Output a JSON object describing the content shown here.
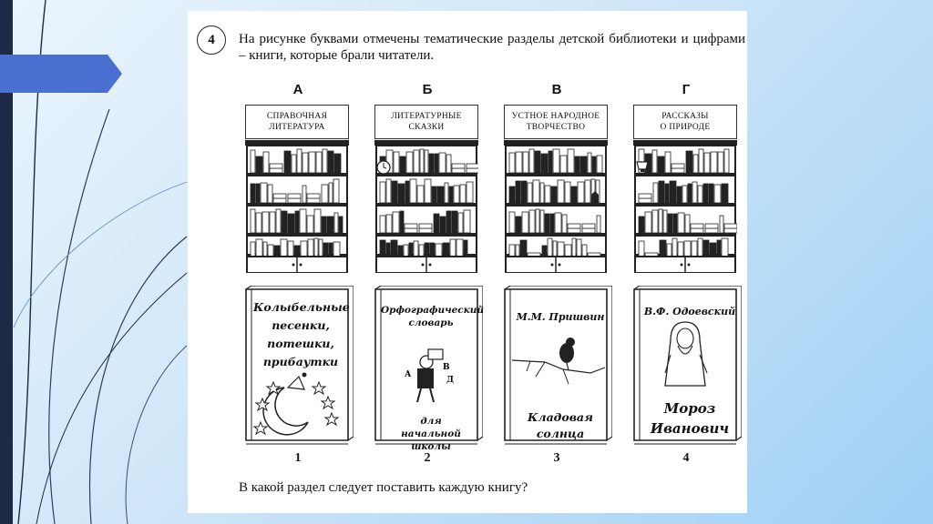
{
  "slide": {
    "question_number": "4",
    "instruction": "На рисунке буквами отмечены тематические разделы детской библиотеки и цифрами – книги, которые брали читатели.",
    "question": "В какой раздел следует поставить каждую книгу?"
  },
  "shelves": [
    {
      "letter": "А",
      "sign_line1": "СПРАВОЧНАЯ",
      "sign_line2": "ЛИТЕРАТУРА",
      "decor": "none"
    },
    {
      "letter": "Б",
      "sign_line1": "ЛИТЕРАТУРНЫЕ",
      "sign_line2": "СКАЗКИ",
      "decor": "clock-icon"
    },
    {
      "letter": "В",
      "sign_line1": "УСТНОЕ НАРОДНОЕ",
      "sign_line2": "ТВОРЧЕСТВО",
      "decor": "chess-icon"
    },
    {
      "letter": "Г",
      "sign_line1": "РАССКАЗЫ",
      "sign_line2": "О ПРИРОДЕ",
      "decor": "trophy-icon"
    }
  ],
  "books": [
    {
      "number": "1",
      "lines": [
        "Колыбельные",
        "песенки,",
        "потешки,",
        "прибаутки"
      ]
    },
    {
      "number": "2",
      "top_line1": "Орфографический",
      "top_line2": "словарь",
      "bottom_line1": "для",
      "bottom_line2": "начальной школы"
    },
    {
      "number": "3",
      "author": "М.М. Пришвин",
      "title_line1": "Кладовая",
      "title_line2": "солнца"
    },
    {
      "number": "4",
      "author": "В.Ф. Одоевский",
      "title_line1": "Мороз",
      "title_line2": "Иванович"
    }
  ],
  "colors": {
    "left_bar": "#1c2a46",
    "arrow": "#4a6fd0",
    "background_accent": "#9fd0f5"
  }
}
